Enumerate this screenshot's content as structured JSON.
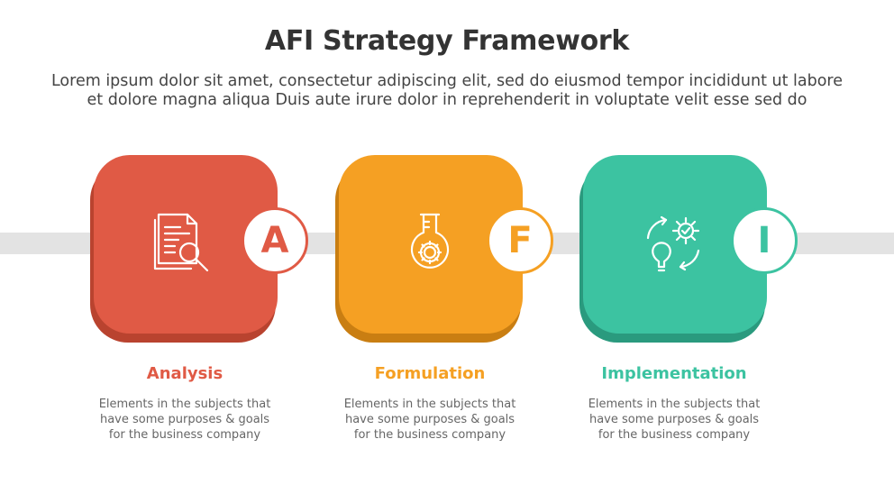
{
  "title": "AFI Strategy Framework",
  "subtitle": {
    "line1": "Lorem ipsum dolor sit amet, consectetur adipiscing elit, sed do eiusmod tempor incididunt ut labore",
    "line2": "et dolore magna aliqua Duis aute irure dolor in reprehenderit in voluptate velit esse sed do"
  },
  "steps": [
    {
      "letter": "A",
      "title": "Analysis",
      "desc": [
        "Elements in the subjects that",
        "have  some purposes & goals",
        "for the  business company"
      ],
      "color": "#e05a45",
      "shadow_color": "#b9432f",
      "icon": "document-search-icon"
    },
    {
      "letter": "F",
      "title": "Formulation",
      "desc": [
        "Elements in the subjects that",
        "have  some purposes & goals",
        "for the  business company"
      ],
      "color": "#f5a023",
      "shadow_color": "#c97e12",
      "icon": "flask-gear-icon"
    },
    {
      "letter": "I",
      "title": "Implementation",
      "desc": [
        "Elements in the subjects that",
        "have  some purposes & goals",
        "for the  business company"
      ],
      "color": "#3cc3a1",
      "shadow_color": "#2a9a7e",
      "icon": "gear-bulb-cycle-icon"
    }
  ]
}
